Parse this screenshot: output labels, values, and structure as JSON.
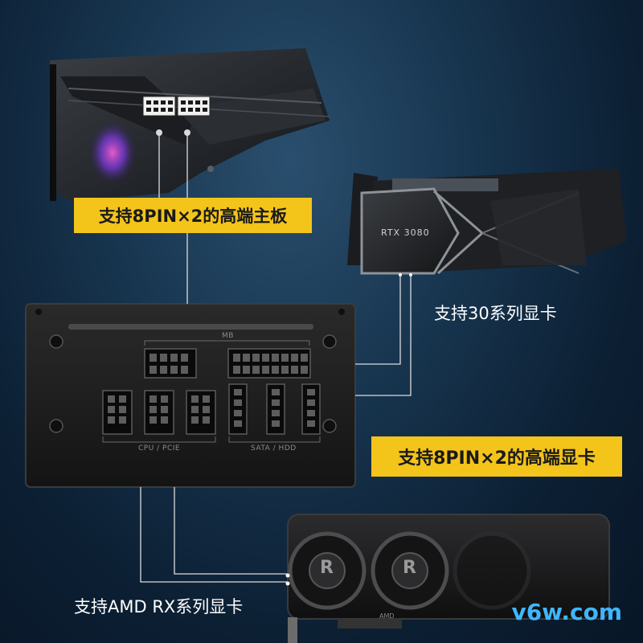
{
  "labels": {
    "mb_8pin": "支持8PIN×2的高端主板",
    "rtx30": "支持30系列显卡",
    "gpu_8pin": "支持8PIN×2的高端显卡",
    "amd_rx": "支持AMD RX系列显卡"
  },
  "gpu_nvidia": {
    "model": "RTX 3080"
  },
  "gpu_amd": {
    "logo_letter": "R",
    "small_text": "AMD"
  },
  "psu": {
    "mb_label": "MB",
    "cpu_label": "CPU / PCIE",
    "sata_label": "SATA / HDD"
  },
  "watermark": "v6w.com",
  "colors": {
    "label_bg": "#f3c41a",
    "background": "#183650",
    "accent_watermark": "#3fb6ff"
  }
}
